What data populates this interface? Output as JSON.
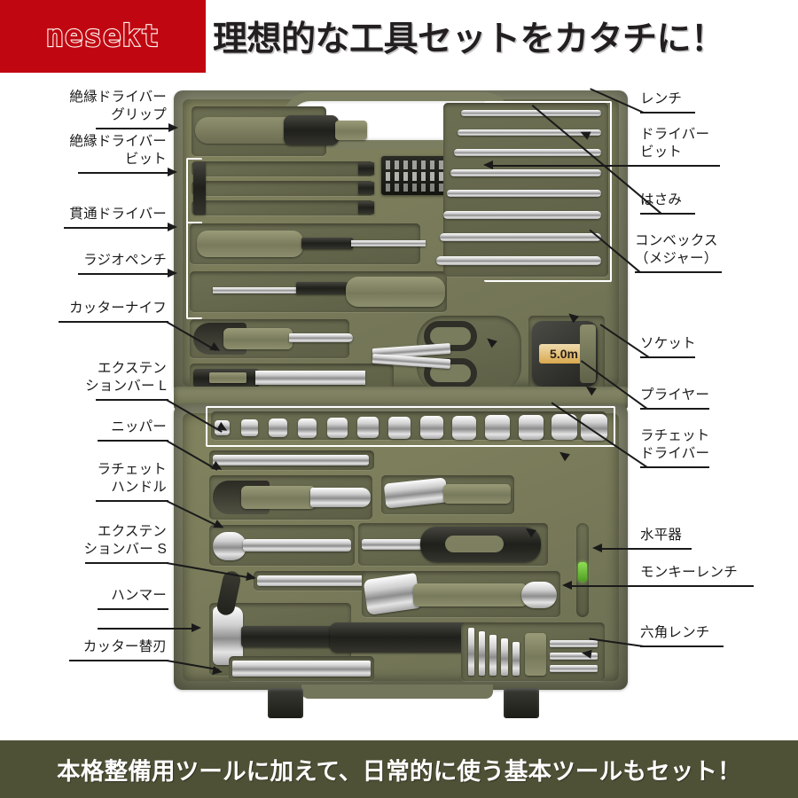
{
  "header": {
    "logo": "nesekt",
    "logo_bg": "#c00711",
    "title": "理想的な工具セットをカタチに！"
  },
  "footer": {
    "text": "本格整備用ツールに加えて、日常的に使う基本ツールもセット！",
    "bg": "#4f5136"
  },
  "product": {
    "case_color": "#787a5f",
    "tape_measure_label": "5.0m"
  },
  "labels_left": [
    {
      "id": "insulated-driver-grip",
      "text": "絶縁ドライバー\nグリップ"
    },
    {
      "id": "insulated-driver-bit",
      "text": "絶縁ドライバー\nビット"
    },
    {
      "id": "through-driver",
      "text": "貫通ドライバー"
    },
    {
      "id": "radio-pliers",
      "text": "ラジオペンチ"
    },
    {
      "id": "cutter-knife",
      "text": "カッターナイフ"
    },
    {
      "id": "extension-bar-l",
      "text": "エクステン\nションバー L"
    },
    {
      "id": "nipper",
      "text": "ニッパー"
    },
    {
      "id": "ratchet-handle",
      "text": "ラチェット\nハンドル"
    },
    {
      "id": "extension-bar-s",
      "text": "エクステン\nションバー S"
    },
    {
      "id": "hammer",
      "text": "ハンマー"
    },
    {
      "id": "cutter-spare-blade",
      "text": "カッター替刃"
    }
  ],
  "labels_right": [
    {
      "id": "wrench",
      "text": "レンチ"
    },
    {
      "id": "driver-bit",
      "text": "ドライバー\nビット"
    },
    {
      "id": "scissors",
      "text": "はさみ"
    },
    {
      "id": "convex-tape-measure",
      "text": "コンベックス\n（メジャー）"
    },
    {
      "id": "socket",
      "text": "ソケット"
    },
    {
      "id": "plier",
      "text": "プライヤー"
    },
    {
      "id": "ratchet-driver",
      "text": "ラチェット\nドライバー"
    },
    {
      "id": "spirit-level",
      "text": "水平器"
    },
    {
      "id": "monkey-wrench",
      "text": "モンキーレンチ"
    },
    {
      "id": "hex-wrench",
      "text": "六角レンチ"
    }
  ]
}
